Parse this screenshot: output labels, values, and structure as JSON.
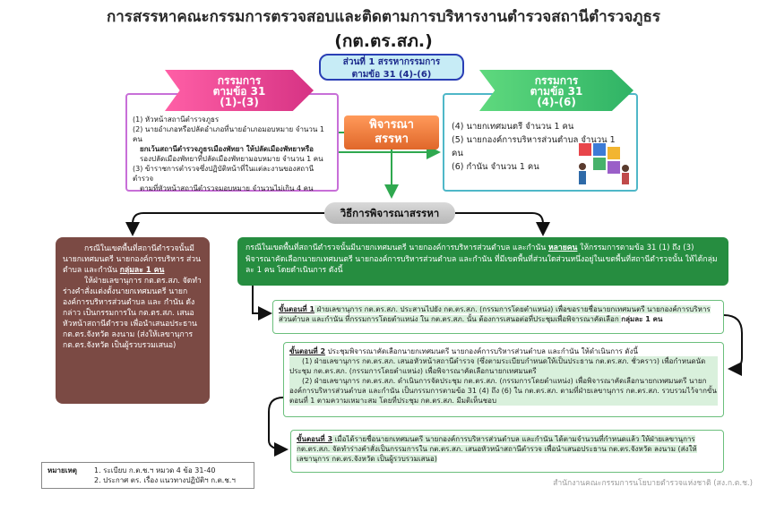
{
  "title": "การสรรหาคณะกรรมการตรวจสอบและติดตามการบริหารงานตำรวจสถานีตำรวจภูธร",
  "subtitle": "(กต.ตร.สภ.)",
  "part": {
    "line1": "ส่วนที่ 1 สรรหากรรมการ",
    "line2": "ตามข้อ 31 (4)-(6)"
  },
  "left_group": {
    "heading1": "กรรมการ",
    "heading2": "ตามข้อ 31",
    "heading3": "(1)-(3)",
    "items": [
      "(1) หัวหน้าสถานีตำรวจภูธร",
      "(2) นายอำเภอหรือปลัดอำเภอที่นายอำเภอมอบหมาย จำนวน 1 คน",
      "ยกเว้นสถานีตำรวจภูธรเมืองพัทยา ให้ปลัดเมืองพัทยาหรือ",
      "รองปลัดเมืองพัทยาที่ปลัดเมืองพัทยามอบหมาย จำนวน 1 คน",
      "(3) ข้าราชการตำรวจซึ่งปฏิบัติหน้าที่ในแต่ละงานของสถานีตำรวจ",
      "ตามที่หัวหน้าสถานีตำรวจมอบหมาย จำนวนไม่เกิน 4 คน"
    ]
  },
  "right_group": {
    "heading1": "กรรมการ",
    "heading2": "ตามข้อ 31",
    "heading3": "(4)-(6)",
    "items": [
      "(4) นายกเทศมนตรี จำนวน 1 คน",
      "(5) นายกองค์การบริหารส่วนตำบล จำนวน 1 คน",
      "(6) กำนัน จำนวน 1 คน"
    ]
  },
  "consider": {
    "line1": "พิจารณา",
    "line2": "สรรหา"
  },
  "method_label": "วิธีการพิจารณาสรรหา",
  "brown_box": {
    "p1_a": "กรณีในเขตพื้นที่สถานีตำรวจนั้นมี นายกเทศมนตรี นายกองค์การบริหาร ส่วนตำบล และกำนัน ",
    "p1_b": "กลุ่มละ 1 คน",
    "p2": "ให้ฝ่ายเลขานุการ กต.ตร.สภ. จัดทำร่างคำสั่งแต่งตั้งนายกเทศมนตรี นายกองค์การบริหารส่วนตำบล และ กำนัน ดังกล่าว เป็นกรรมการใน กต.ตร.สภ. เสนอหัวหน้าสถานีตำรวจ เพื่อนำเสนอประธาน กต.ตร.จังหวัด ลงนาม (ส่งให้เลขานุการ กต.ตร.จังหวัด เป็นผู้รวบรวมเสนอ)"
  },
  "green_box": {
    "text_a": "กรณีในเขตพื้นที่สถานีตำรวจนั้นมีนายกเทศมนตรี นายกองค์การบริหารส่วนตำบล และกำนัน ",
    "text_b": "หลายคน",
    "text_c": " ให้กรรมการตามข้อ 31 (1) ถึง (3) พิจารณาคัดเลือกนายกเทศมนตรี นายกองค์การบริหารส่วนตำบล และกำนัน ที่มีเขตพื้นที่ส่วนใดส่วนหนึ่งอยู่ในเขตพื้นที่สถานีตำรวจนั้น ให้ได้กลุ่มละ 1 คน โดยดำเนินการ ดังนี้"
  },
  "step1": {
    "head": "ขั้นตอนที่ 1",
    "text_a": " ฝ่ายเลขานุการ กต.ตร.สภ. ประสานไปยัง กต.ตร.สภ. (กรรมการโดยตำแหน่ง) เพื่อขอรายชื่อนายกเทศมนตรี นายกองค์การบริหารส่วนตำบล และกำนัน ที่กรรมการโดยตำแหน่ง ใน กต.ตร.สภ. นั้น ต้องการเสนอต่อที่ประชุมเพื่อพิจารณาคัดเลือก ",
    "text_b": "กลุ่มละ 1 คน"
  },
  "step2": {
    "head": "ขั้นตอนที่ 2",
    "text": " ประชุมพิจารณาคัดเลือกนายกเทศมนตรี นายกองค์การบริหารส่วนตำบล และกำนัน ให้ดำเนินการ ดังนี้",
    "sub1": "(1) ฝ่ายเลขานุการ กต.ตร.สภ. เสนอหัวหน้าสถานีตำรวจ (ซึ่งตามระเบียบกำหนดให้เป็นประธาน กต.ตร.สภ. ชั่วคราว) เพื่อกำหนดนัดประชุม กต.ตร.สภ. (กรรมการโดยตำแหน่ง) เพื่อพิจารณาคัดเลือกนายกเทศมนตรี",
    "sub2": "(2) ฝ่ายเลขานุการ กต.ตร.สภ. ดำเนินการจัดประชุม กต.ตร.สภ. (กรรมการโดยตำแหน่ง) เพื่อพิจารณาคัดเลือกนายกเทศมนตรี นายกองค์การบริหารส่วนตำบล และกำนัน เป็นกรรมการตามข้อ 31 (4) ถึง (6) ใน กต.ตร.สภ. ตามที่ฝ่ายเลขานุการ กต.ตร.สภ. รวบรวมไว้จากขั้นตอนที่ 1 ตามความเหมาะสม โดยที่ประชุม กต.ตร.สภ. มีมติเห็นชอบ"
  },
  "step3": {
    "head": "ขั้นตอนที่ 3",
    "text": " เมื่อได้รายชื่อนายกเทศมนตรี นายกองค์การบริหารส่วนตำบล และกำนัน ได้ตามจำนวนที่กำหนดแล้ว ให้ฝ่ายเลขานุการ กต.ตร.สภ. จัดทำร่างคำสั่งเป็นกรรมการใน กต.ตร.สภ. เสนอหัวหน้าสถานีตำรวจ เพื่อนำเสนอประธาน กต.ตร.จังหวัด ลงนาม (ส่งให้เลขานุการ กต.ตร.จังหวัด เป็นผู้รวบรวมเสนอ)"
  },
  "note": {
    "label": "หมายเหตุ",
    "line1": "1. ระเบียบ ก.ต.ช.ฯ หมวด 4 ข้อ 31-40",
    "line2": "2. ประกาศ ตร. เรื่อง แนวทางปฏิบัติฯ ก.ต.ช.ฯ"
  },
  "agency": "สำนักงานคณะกรรมการนโยบายตำรวจแห่งชาติ (สง.ก.ต.ช.)",
  "colors": {
    "left_chevron": "#d63384",
    "right_chevron": "#2fb365",
    "consider": "#e0672a",
    "brown": "#7b4a44",
    "green_main": "#268d40",
    "arrow_green": "#2fa84f"
  },
  "icons": [
    "puzzle-team-illustration"
  ]
}
